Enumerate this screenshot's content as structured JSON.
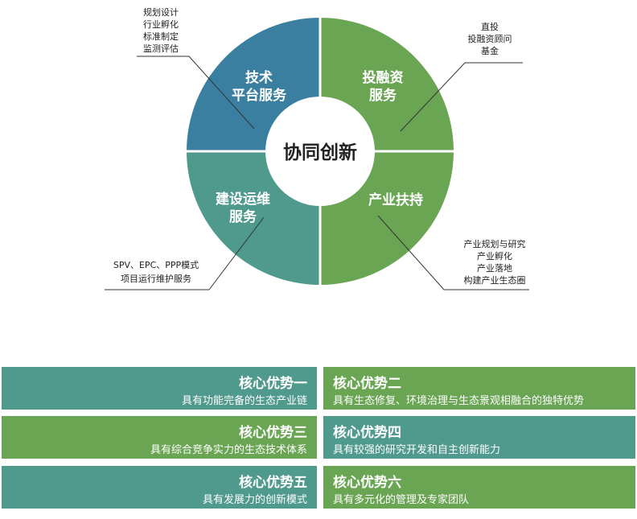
{
  "center": {
    "label": "协同创新"
  },
  "quadrants": [
    {
      "id": "tech",
      "lines": [
        "技术",
        "平台服务"
      ],
      "color": "#3a7fa0",
      "notes": [
        "规划设计",
        "行业孵化",
        "标准制定",
        "监测评估"
      ]
    },
    {
      "id": "finance",
      "lines": [
        "投融资",
        "服务"
      ],
      "color": "#6aa553",
      "notes": [
        "直投",
        "投融资顾问",
        "基金"
      ]
    },
    {
      "id": "industry",
      "lines": [
        "产业扶持"
      ],
      "color": "#6aa553",
      "notes": [
        "产业规划与研究",
        "产业孵化",
        "产业落地",
        "构建产业生态圈"
      ]
    },
    {
      "id": "ops",
      "lines": [
        "建设运维",
        "服务"
      ],
      "color": "#4f9a8c",
      "notes": [
        "SPV、EPC、PPP模式",
        "项目运行维护服务"
      ]
    }
  ],
  "advantages": [
    {
      "title": "核心优势一",
      "desc": "具有功能完备的生态产业链",
      "color": "#4f9a8c"
    },
    {
      "title": "核心优势二",
      "desc": "具有生态修复、环境治理与生态景观相融合的独特优势",
      "color": "#6aa553"
    },
    {
      "title": "核心优势三",
      "desc": "具有综合竞争实力的生态技术体系",
      "color": "#6aa553"
    },
    {
      "title": "核心优势四",
      "desc": "具有较强的研究开发和自主创新能力",
      "color": "#4f9a8c"
    },
    {
      "title": "核心优势五",
      "desc": "具有发展力的创新模式",
      "color": "#4f9a8c"
    },
    {
      "title": "核心优势六",
      "desc": "具有多元化的管理及专家团队",
      "color": "#6aa553"
    }
  ]
}
